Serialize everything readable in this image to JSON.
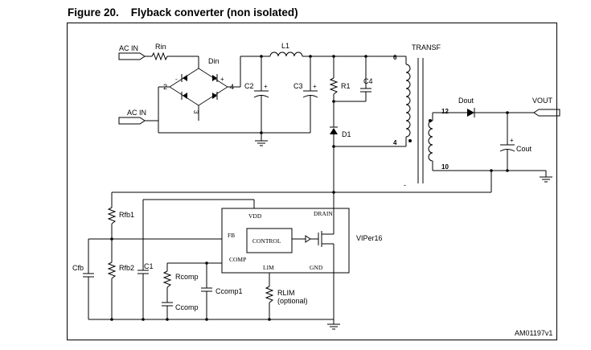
{
  "figure": {
    "number": "Figure 20.",
    "title": "Flyback converter (non isolated)",
    "ref_code": "AM01197v1"
  },
  "labels": {
    "ac_in_top": "AC IN",
    "ac_in_bottom": "AC IN",
    "rin": "Rin",
    "din": "Din",
    "l1": "L1",
    "c2": "C2",
    "c3": "C3",
    "r1": "R1",
    "c4": "C4",
    "d1": "D1",
    "transf": "TRANSF",
    "dout": "Dout",
    "vout": "VOUT",
    "cout": "Cout",
    "rfb1": "Rfb1",
    "rfb2": "Rfb2",
    "cfb": "Cfb",
    "c1": "C1",
    "rcomp": "Rcomp",
    "ccomp": "Ccomp",
    "ccomp1": "Ccomp1",
    "rlim": "RLIM",
    "rlim_note": "(optional)",
    "viper": "VIPer16",
    "control": "CONTROL",
    "pin_vdd": "VDD",
    "pin_drain": "DRAIN",
    "pin_fb": "FB",
    "pin_comp": "COMP",
    "pin_lim": "LIM",
    "pin_gnd": "GND"
  },
  "pins": {
    "bridge_2": "2",
    "bridge_4": "4",
    "bridge_3": "3",
    "bridge_plus": "+",
    "bridge_minus": "-",
    "winding_6": "6",
    "winding_4": "4",
    "winding_12": "12",
    "winding_10": "10",
    "cap_plus": "+"
  }
}
